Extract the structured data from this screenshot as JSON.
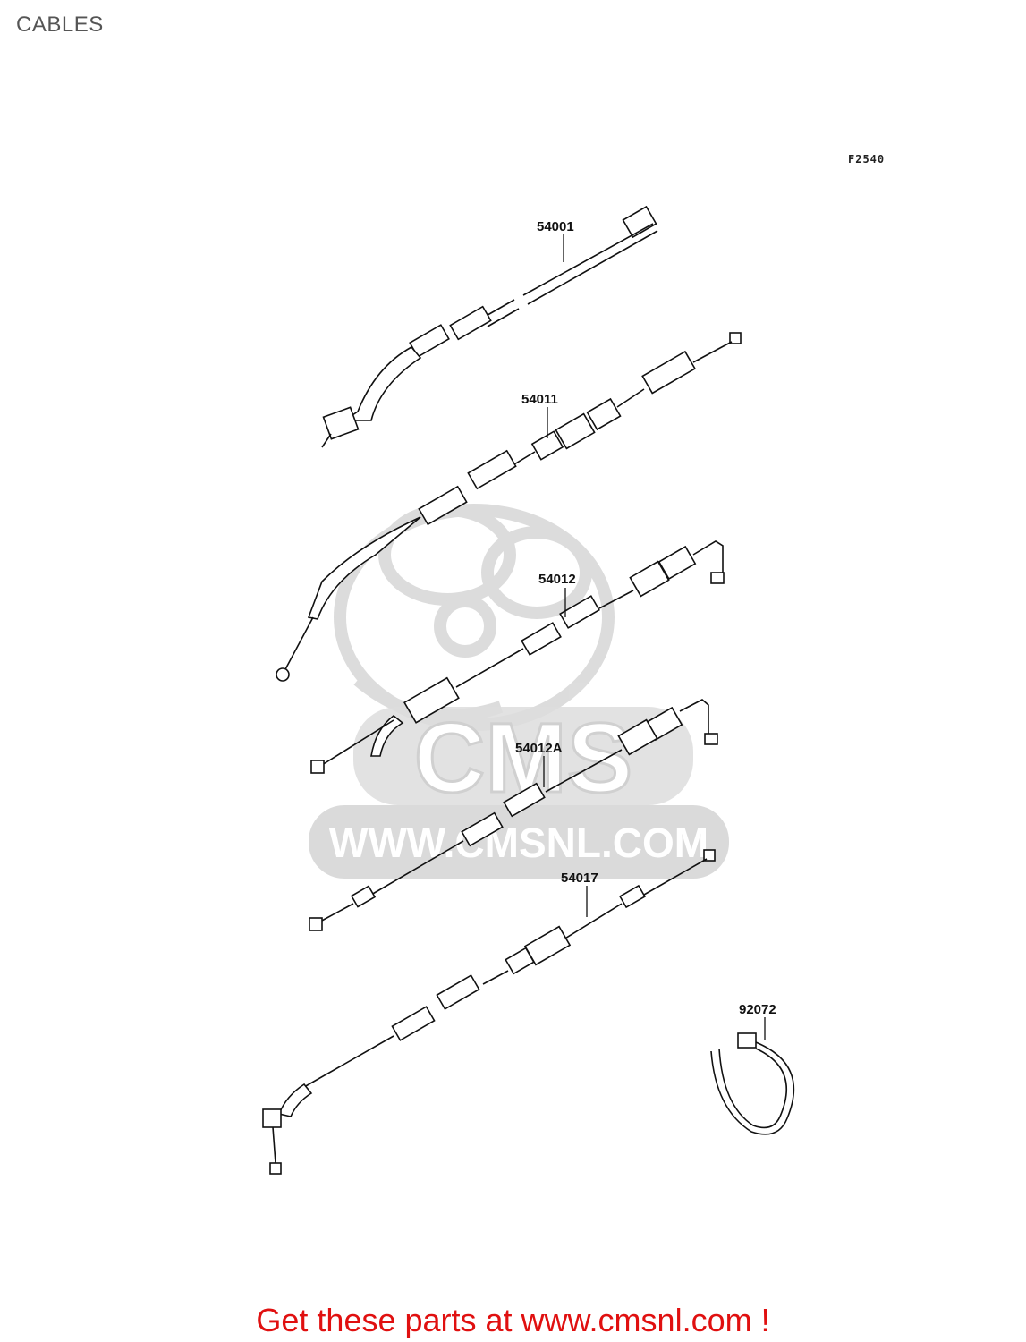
{
  "page": {
    "title": "CABLES",
    "figure_code": "F2540"
  },
  "parts": [
    {
      "part_no": "54001"
    },
    {
      "part_no": "54011"
    },
    {
      "part_no": "54012"
    },
    {
      "part_no": "54012A"
    },
    {
      "part_no": "54017"
    },
    {
      "part_no": "92072"
    }
  ],
  "watermark": {
    "logo_text": "CMS",
    "url_text": "WWW.CMSNL.COM"
  },
  "footer": {
    "link_text": "Get these parts at www.cmsnl.com !",
    "color": "#e01010"
  },
  "colors": {
    "line": "#111111",
    "watermark": "#d8d8d8"
  }
}
